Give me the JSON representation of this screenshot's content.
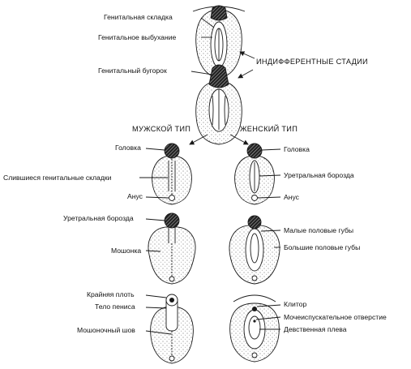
{
  "header": {
    "indifferent": "ИНДИФФЕРЕНТНЫЕ СТАДИИ",
    "male": "МУЖСКОЙ ТИП",
    "female": "ЖЕНСКИЙ ТИП"
  },
  "labels": {
    "genital_fold": "Генитальная складка",
    "genital_swelling": "Генитальное выбухание",
    "genital_tubercle": "Генитальный бугорок",
    "male_glans": "Головка",
    "fused_folds": "Слившиеся генитальные складки",
    "male_anus": "Анус",
    "male_urethral_groove": "Уретральная борозда",
    "scrotum": "Мошонка",
    "foreskin": "Крайняя плоть",
    "penis_body": "Тело пениса",
    "scrotal_raphe": "Мошоночный шов",
    "female_glans": "Головка",
    "female_urethral_groove": "Уретральная борозда",
    "female_anus": "Анус",
    "labia_minora": "Малые половые губы",
    "labia_majora": "Большие половые губы",
    "clitoris": "Клитор",
    "urethral_opening": "Мочеиспускательное отверстие",
    "hymen": "Девственная плева"
  }
}
